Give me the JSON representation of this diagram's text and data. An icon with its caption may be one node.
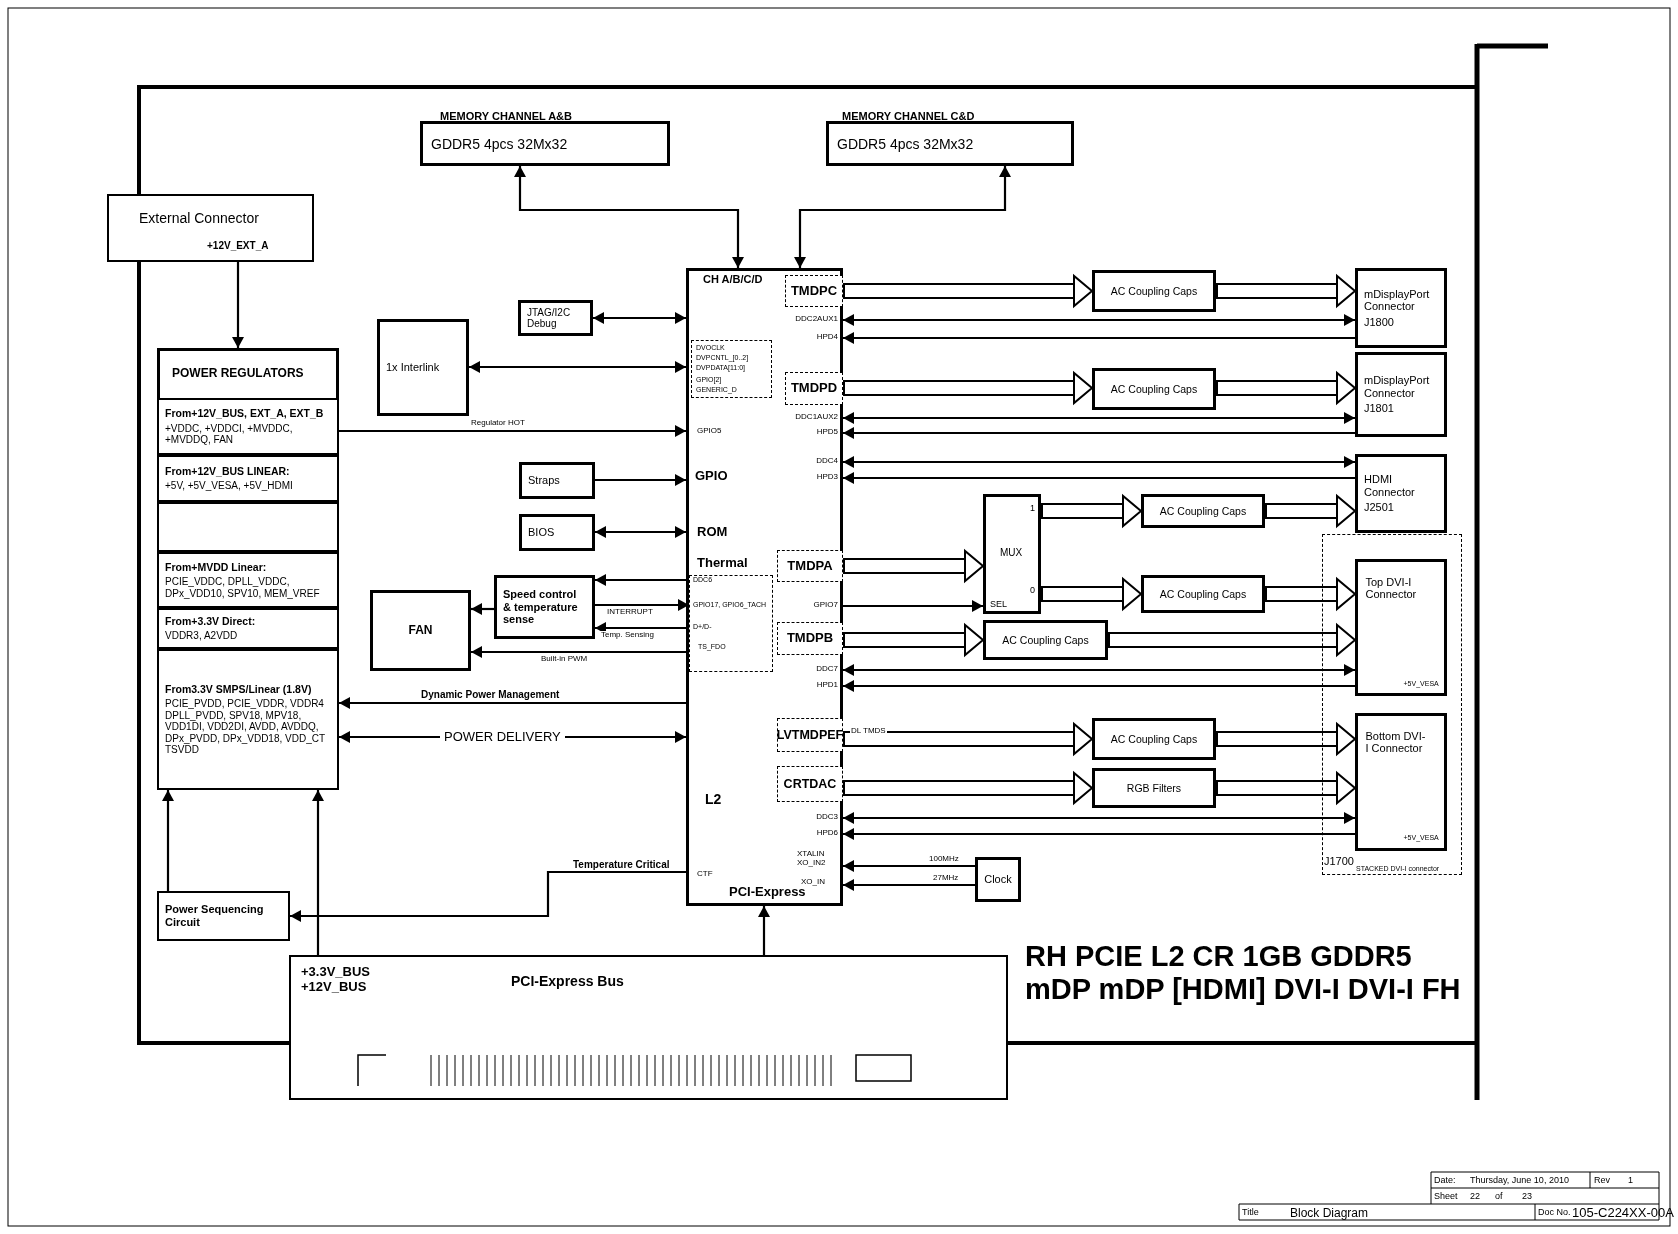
{
  "diagram": {
    "title": "RH PCIE L2 CR 1GB GDDR5 mDP mDP [HDMI] DVI-I DVI-I FH",
    "nodes": [
      {
        "text": [
          "MEMORY CHANNEL A&B",
          "GDDR5 4pcs 32Mx32"
        ]
      },
      {
        "text": [
          "MEMORY CHANNEL C&D",
          "GDDR5 4pcs 32Mx32"
        ]
      },
      {
        "text": [
          "External Connector",
          "+12V_EXT_A"
        ]
      },
      {
        "text": [
          "POWER REGULATORS"
        ]
      },
      {
        "text": [
          "From+12V_BUS, EXT_A, EXT_B",
          "+VDDC, +VDDCI, +MVDDC, +MVDDQ, FAN"
        ],
        "in": 3
      },
      {
        "text": [
          "From+12V_BUS LINEAR:",
          "+5V, +5V_VESA, +5V_HDMI"
        ],
        "in": 3
      },
      {
        "text": [],
        "shape": "box",
        "in": 3
      },
      {
        "text": [
          "From+MVDD Linear:",
          "PCIE_VDDC, DPLL_VDDC, DPx_VDD10, SPV10, MEM_VREF"
        ],
        "in": 3
      },
      {
        "text": [
          "From+3.3V Direct:",
          "VDDR3, A2VDD"
        ],
        "in": 3
      },
      {
        "text": [
          "From3.3V SMPS/Linear (1.8V)",
          "PCIE_PVDD, PCIE_VDDR, VDDR4 DPLL_PVDD, SPV18, MPV18, VDD1DI, VDD2DI, AVDD, AVDDQ, DPx_PVDD, DPx_VDD18, VDD_CT TSVDD"
        ],
        "in": 3
      },
      {
        "text": [
          "JTAG/I2C Debug"
        ]
      },
      {
        "text": [
          "1x Interlink"
        ]
      },
      {
        "text": [
          "Straps"
        ]
      },
      {
        "text": [
          "BIOS"
        ]
      },
      {
        "text": [
          "FAN"
        ]
      },
      {
        "text": [
          "Speed control & temperature sense"
        ]
      },
      {
        "text": [
          "Power Sequencing Circuit"
        ]
      },
      {
        "text": [
          "+3.3V_BUS +12V_BUS",
          "PCI-Express Bus"
        ]
      },
      {
        "text": [
          "CH A/B/C/D",
          "GPIO5",
          "GPIO",
          "ROM",
          "Thermal",
          "L2",
          "XTALIN XO_IN2",
          "XO_IN",
          "CTF",
          "PCI-Express"
        ]
      },
      {
        "text": [
          "TMDPC"
        ],
        "in": 18
      },
      {
        "text": [
          "TMDPD"
        ],
        "in": 18
      },
      {
        "text": [
          "DVOCLK",
          "DVPCNTL_[0..2]",
          "DVPDATA[11:0]",
          "GPIO[2]",
          "GENERIC_D"
        ],
        "in": 18
      },
      {
        "text": [
          "TMDPA"
        ],
        "in": 18
      },
      {
        "text": [
          "TMDPB"
        ],
        "in": 18
      },
      {
        "text": [
          "DDC6",
          "GPIO17, GPIO6_TACH",
          "D+/D-",
          "TS_FDO"
        ],
        "in": 18
      },
      {
        "text": [
          "LVTMDPEF"
        ],
        "in": 18
      },
      {
        "text": [
          "CRTDAC"
        ],
        "in": 18
      },
      {
        "text": [
          "AC Coupling Caps"
        ]
      },
      {
        "text": [
          "mDisplayPort Connector",
          "J1800"
        ]
      },
      {
        "text": [
          "AC Coupling Caps"
        ]
      },
      {
        "text": [
          "mDisplayPort Connector",
          "J1801"
        ]
      },
      {
        "text": [
          "HDMI Connector",
          "J2501"
        ]
      },
      {
        "text": [
          "1",
          "MUX",
          "0",
          "SEL"
        ]
      },
      {
        "text": [
          "AC Coupling Caps"
        ]
      },
      {
        "text": [
          "AC Coupling Caps"
        ]
      },
      {
        "text": [
          "AC Coupling Caps"
        ]
      },
      {
        "text": [
          "J1700",
          "STACKED DVI-I connector"
        ]
      },
      {
        "text": [
          "Top DVI-I Connector",
          "+5V_VESA"
        ],
        "in": 36
      },
      {
        "text": [
          "Bottom DVI-I Connector",
          "+5V_VESA"
        ],
        "in": 36
      },
      {
        "text": [
          "AC Coupling Caps"
        ]
      },
      {
        "text": [
          "RGB Filters"
        ]
      },
      {
        "text": [
          "Clock"
        ]
      }
    ],
    "edges": [
      {
        "from": 0,
        "to": 18,
        "arrow": "both"
      },
      {
        "from": 1,
        "to": 18,
        "arrow": "both"
      },
      {
        "from": 2,
        "to": 3,
        "arrow": "to"
      },
      {
        "from": 10,
        "to": 18,
        "arrow": "both"
      },
      {
        "from": 11,
        "to": 18,
        "arrow": "both"
      },
      {
        "from": 4,
        "to": 18,
        "arrow": "to",
        "label": "Regulator HOT"
      },
      {
        "from": 12,
        "to": 18,
        "arrow": "to"
      },
      {
        "from": 13,
        "to": 18,
        "arrow": "both"
      },
      {
        "from": 24,
        "to": 15,
        "arrow": "to"
      },
      {
        "from": 15,
        "to": 24,
        "arrow": "to",
        "label": "INTERRUPT"
      },
      {
        "from": 24,
        "to": 15,
        "arrow": "to",
        "label": "Temp. Sensing"
      },
      {
        "from": 15,
        "to": 14,
        "arrow": "to"
      },
      {
        "from": 24,
        "to": 14,
        "arrow": "to",
        "label": "Built-in PWM"
      },
      {
        "from": 18,
        "to": 9,
        "arrow": "to",
        "label": "Dynamic Power Management"
      },
      {
        "from": 3,
        "to": 18,
        "arrow": "both",
        "label": "POWER DELIVERY"
      },
      {
        "from": 17,
        "to": 3,
        "arrow": "to"
      },
      {
        "from": 17,
        "to": 18,
        "arrow": "to"
      },
      {
        "from": 16,
        "to": 3,
        "arrow": "to"
      },
      {
        "from": 18,
        "to": 16,
        "arrow": "to",
        "label": "Temperature Critical"
      },
      {
        "from": 19,
        "to": 27,
        "arrow": "to",
        "style": "thick"
      },
      {
        "from": 27,
        "to": 28,
        "arrow": "to",
        "style": "thick"
      },
      {
        "from": 18,
        "to": 28,
        "arrow": "both",
        "label": "DDC2AUX1"
      },
      {
        "from": 28,
        "to": 18,
        "arrow": "to",
        "label": "HPD4"
      },
      {
        "from": 20,
        "to": 29,
        "arrow": "to",
        "style": "thick"
      },
      {
        "from": 29,
        "to": 30,
        "arrow": "to",
        "style": "thick"
      },
      {
        "from": 18,
        "to": 30,
        "arrow": "both",
        "label": "DDC1AUX2"
      },
      {
        "from": 30,
        "to": 18,
        "arrow": "to",
        "label": "HPD5"
      },
      {
        "from": 18,
        "to": 31,
        "arrow": "both",
        "label": "DDC4"
      },
      {
        "from": 31,
        "to": 18,
        "arrow": "to",
        "label": "HPD3"
      },
      {
        "from": 22,
        "to": 32,
        "arrow": "to",
        "style": "thick"
      },
      {
        "from": 18,
        "to": 32,
        "arrow": "to",
        "label": "GPIO7"
      },
      {
        "from": 32,
        "to": 33,
        "arrow": "to",
        "style": "thick"
      },
      {
        "from": 33,
        "to": 31,
        "arrow": "to",
        "style": "thick"
      },
      {
        "from": 32,
        "to": 34,
        "arrow": "to",
        "style": "thick"
      },
      {
        "from": 34,
        "to": 37,
        "arrow": "to",
        "style": "thick"
      },
      {
        "from": 23,
        "to": 35,
        "arrow": "to",
        "style": "thick"
      },
      {
        "from": 35,
        "to": 37,
        "arrow": "to",
        "style": "thick"
      },
      {
        "from": 18,
        "to": 37,
        "arrow": "both",
        "label": "DDC7"
      },
      {
        "from": 37,
        "to": 18,
        "arrow": "to",
        "label": "HPD1"
      },
      {
        "from": 25,
        "to": 39,
        "arrow": "to",
        "label": "DL TMDS",
        "style": "thick"
      },
      {
        "from": 39,
        "to": 38,
        "arrow": "to",
        "style": "thick"
      },
      {
        "from": 26,
        "to": 40,
        "arrow": "to",
        "style": "thick"
      },
      {
        "from": 40,
        "to": 38,
        "arrow": "to",
        "style": "thick"
      },
      {
        "from": 18,
        "to": 38,
        "arrow": "both",
        "label": "DDC3"
      },
      {
        "from": 38,
        "to": 18,
        "arrow": "to",
        "label": "HPD6"
      },
      {
        "from": 41,
        "to": 18,
        "arrow": "to",
        "label": "100MHz"
      },
      {
        "from": 41,
        "to": 18,
        "arrow": "to",
        "label": "27MHz"
      }
    ],
    "labels": [
      "Date:",
      "Thursday, June 10, 2010",
      "Rev",
      "1",
      "Sheet",
      "22",
      "of",
      "23",
      "Title",
      "Block Diagram",
      "Doc No.",
      "105-C224XX-00A"
    ]
  }
}
